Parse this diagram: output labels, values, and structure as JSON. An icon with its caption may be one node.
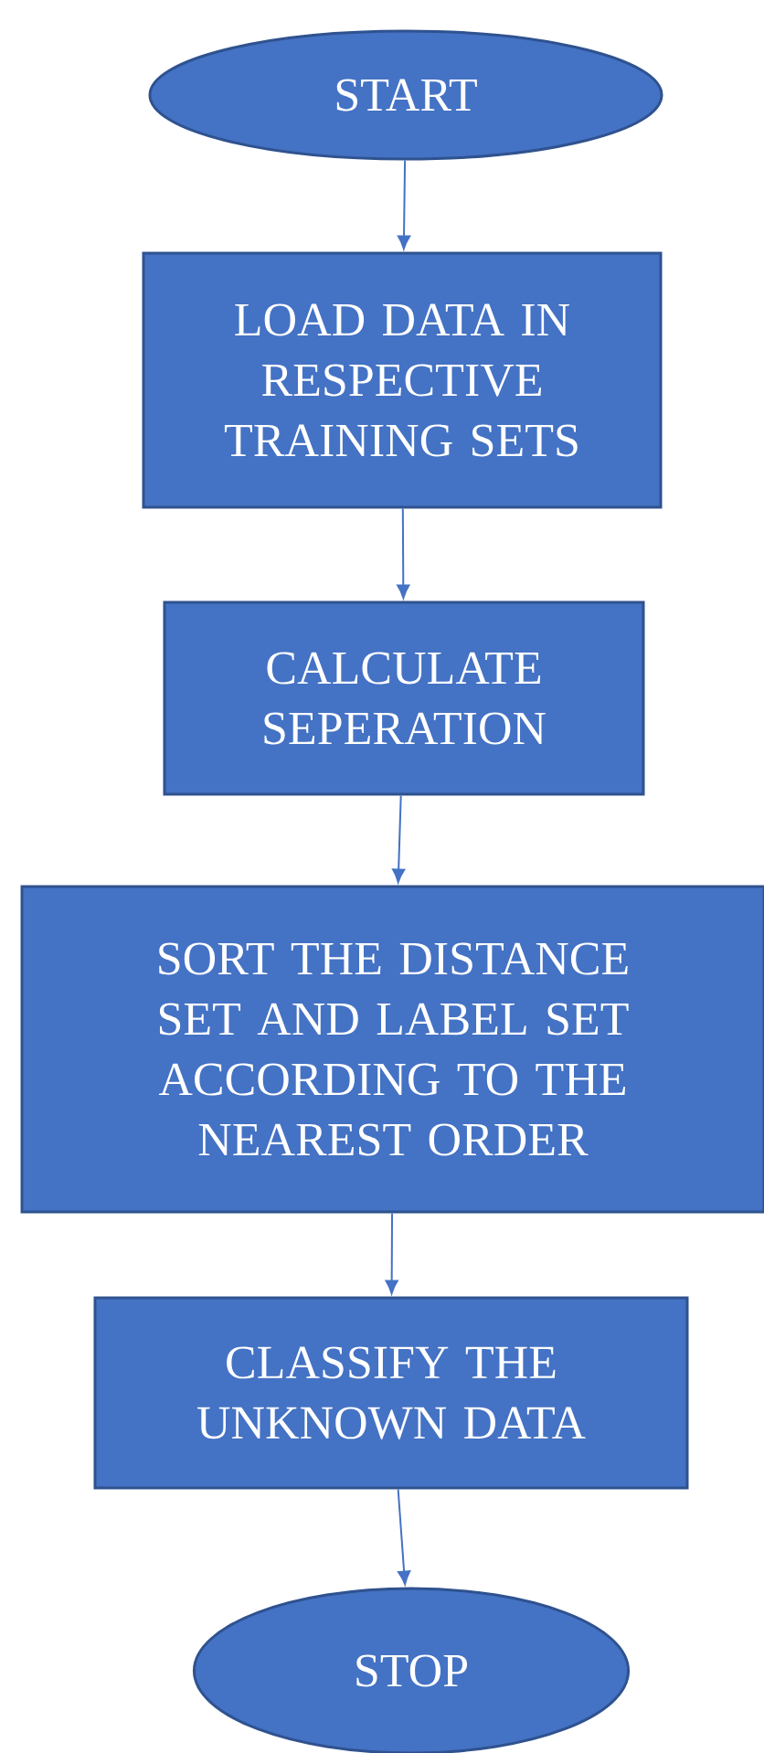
{
  "diagram": {
    "nodes": [
      {
        "text": [
          "START"
        ]
      },
      {
        "text": [
          "LOAD DATA IN RESPECTIVE TRAINING SETS"
        ]
      },
      {
        "text": [
          "CALCULATE SEPERATION"
        ]
      },
      {
        "text": [
          "SORT THE DISTANCE SET AND LABEL SET ACCORDING TO THE NEAREST ORDER"
        ]
      },
      {
        "text": [
          "CLASSIFY THE UNKNOWN DATA"
        ]
      },
      {
        "text": [
          "STOP"
        ]
      }
    ],
    "edges": [
      {
        "from": 0,
        "to": 1,
        "arrow": "to"
      },
      {
        "from": 1,
        "to": 2,
        "arrow": "to"
      },
      {
        "from": 2,
        "to": 3,
        "arrow": "to"
      },
      {
        "from": 3,
        "to": 4,
        "arrow": "to"
      },
      {
        "from": 4,
        "to": 5,
        "arrow": "to"
      }
    ]
  }
}
